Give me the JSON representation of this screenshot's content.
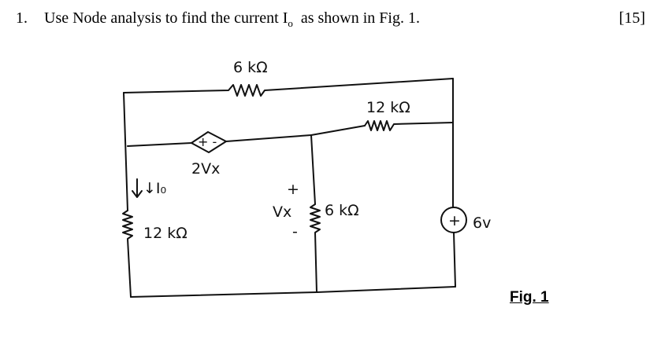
{
  "question": {
    "number": "1.",
    "text_before": "Use Node analysis to find the current I",
    "subscript": "o",
    "text_after": "as shown in Fig. 1.",
    "marks": "[15]"
  },
  "circuit": {
    "labels": {
      "top_resistor": "6 kΩ",
      "right_resistor": "12 kΩ",
      "dependent_source": "2Vx",
      "dependent_source_sign": "+ -",
      "current_label": "↓I₀",
      "left_resistor": "12 kΩ",
      "vx_plus": "+",
      "vx_label": "Vx",
      "vx_minus": "-",
      "middle_resistor": "6 kΩ",
      "voltage_source_sign": "+",
      "voltage_source_value": "6v"
    }
  },
  "figure": {
    "caption": "Fig. 1"
  }
}
